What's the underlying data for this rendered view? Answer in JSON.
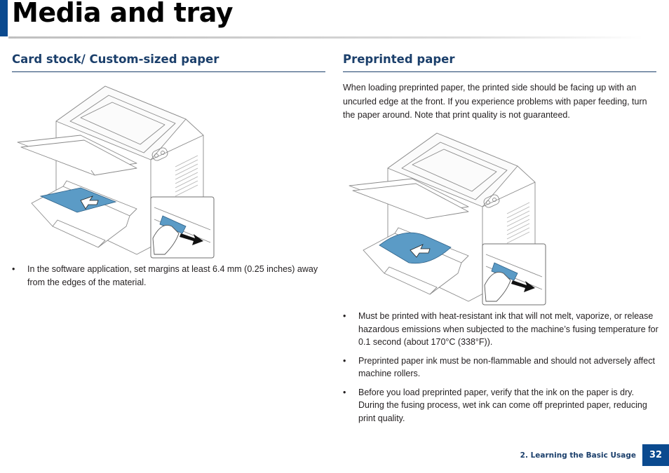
{
  "page": {
    "title": "Media and tray",
    "footer_section": "2. Learning the Basic Usage",
    "page_number": "32"
  },
  "left": {
    "heading": "Card stock/ Custom-sized paper",
    "bullets": [
      "In the software application, set margins at least 6.4 mm (0.25 inches) away from the edges of the material."
    ]
  },
  "right": {
    "heading": "Preprinted paper",
    "intro": "When loading preprinted paper, the printed side should be facing up with an uncurled edge at the front. If you experience problems with paper feeding, turn the paper around. Note that print quality is not guaranteed.",
    "bullets": [
      "Must be printed with heat-resistant ink that will not melt, vaporize, or release hazardous emissions when subjected to the machine’s fusing temperature for 0.1 second (about 170°C (338°F)).",
      "Preprinted paper ink must be non-flammable and should not adversely affect machine rollers.",
      "Before you load preprinted paper, verify that the ink on the paper is dry. During the fusing process, wet ink can come off preprinted paper, reducing print quality."
    ]
  },
  "bullet_char": "•",
  "colors": {
    "accent": "#0b4a8f",
    "heading": "#1b3f6b",
    "paper_highlight": "#5b9bc6"
  }
}
